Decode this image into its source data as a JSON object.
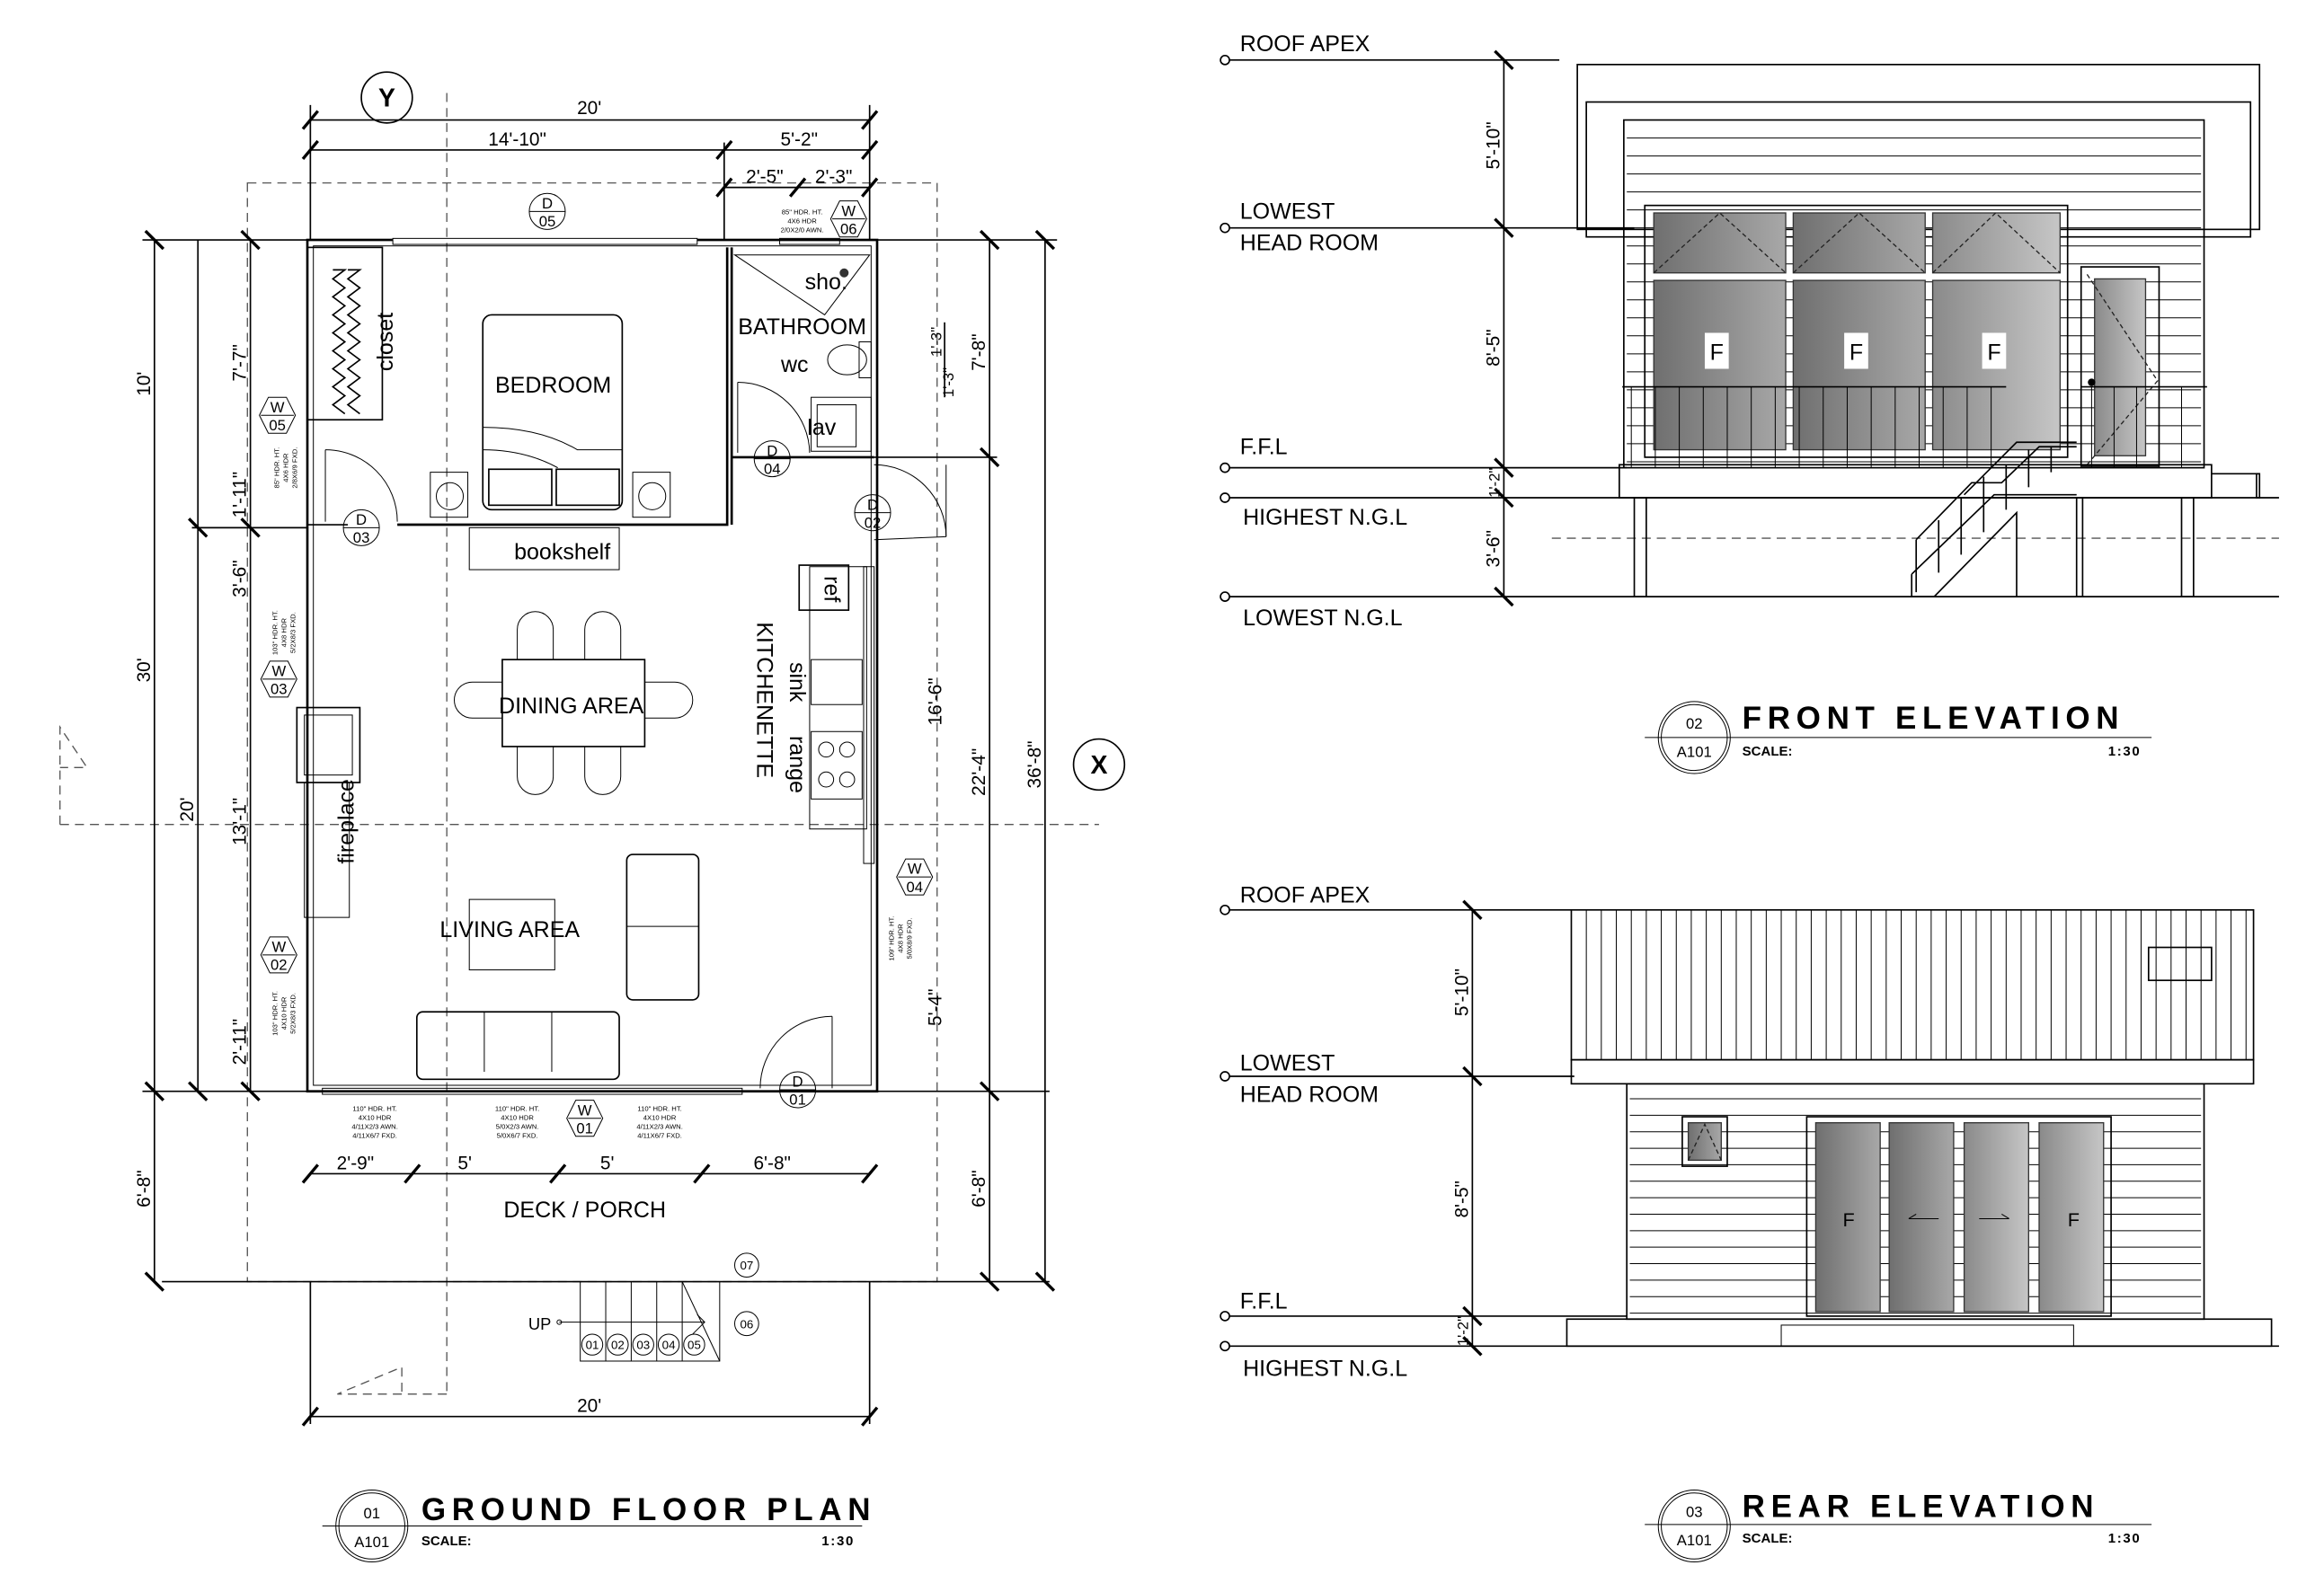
{
  "ground_floor_plan": {
    "title": "GROUND FLOOR PLAN",
    "tag_number": "01",
    "sheet": "A101",
    "scale_label": "SCALE:",
    "scale_value": "1:30",
    "grid_markers": [
      "Y",
      "X"
    ],
    "rooms": {
      "bedroom": "BEDROOM",
      "closet": "closet",
      "bathroom": "BATHROOM",
      "shower": "sho.",
      "wc": "wc",
      "lav": "lav",
      "bookshelf": "bookshelf",
      "ref": "ref",
      "kitchenette": "KITCHENETTE",
      "sink": "sink",
      "range": "range",
      "dining": "DINING AREA",
      "fireplace": "fireplace",
      "living": "LIVING AREA",
      "deck": "DECK / PORCH",
      "up": "UP"
    },
    "dims_top": [
      "20'",
      "14'-10\"",
      "5'-2\"",
      "2'-5\"",
      "2'-3\""
    ],
    "dims_deck": [
      "2'-9\"",
      "5'",
      "5'",
      "6'-8\""
    ],
    "dim_bottom": "20'",
    "dims_left": [
      "10'",
      "30'",
      "20'",
      "7'-7\"",
      "1'-11\"",
      "3'-6\"",
      "13'-1\"",
      "2'-11\"",
      "6'-8\""
    ],
    "dims_right": [
      "1'-3\"",
      "1'-3\"",
      "7'-8\"",
      "16'-6\"",
      "5'-4\"",
      "22'-4\"",
      "36'-8\"",
      "6'-8\""
    ],
    "doors": [
      {
        "type": "D",
        "num": "05"
      },
      {
        "type": "D",
        "num": "03"
      },
      {
        "type": "D",
        "num": "04"
      },
      {
        "type": "D",
        "num": "02"
      },
      {
        "type": "D",
        "num": "01"
      }
    ],
    "windows": [
      {
        "type": "W",
        "num": "06",
        "note": [
          "85\" HDR. HT.",
          "4X6 HDR",
          "2/0X2/0 AWN."
        ]
      },
      {
        "type": "W",
        "num": "05",
        "note": [
          "85\" HDR. HT.",
          "4X6 HDR",
          "2/8X6/9 FXD."
        ]
      },
      {
        "type": "W",
        "num": "03",
        "note": [
          "103\" HDR. HT.",
          "4X8 HDR",
          "5/2X8/3 FXD."
        ]
      },
      {
        "type": "W",
        "num": "02",
        "note": [
          "103\" HDR. HT.",
          "4X10 HDR",
          "5/2X8/3 FXD."
        ]
      },
      {
        "type": "W",
        "num": "04",
        "note": [
          "109\" HDR. HT.",
          "4X8 HDR",
          "5/0X8/9 FXD."
        ]
      },
      {
        "type": "W",
        "num": "01",
        "notes": [
          [
            "110\" HDR. HT.",
            "4X10 HDR",
            "4/11X2/3 AWN.",
            "4/11X6/7 FXD."
          ],
          [
            "110\" HDR. HT.",
            "4X10 HDR",
            "5/0X2/3 AWN.",
            "5/0X6/7 FXD."
          ],
          [
            "110\" HDR. HT.",
            "4X10 HDR",
            "4/11X2/3 AWN.",
            "4/11X6/7 FXD."
          ]
        ]
      }
    ],
    "stair_steps": [
      "01",
      "02",
      "03",
      "04",
      "05",
      "06",
      "07"
    ]
  },
  "front_elevation": {
    "title": "FRONT ELEVATION",
    "tag_number": "02",
    "sheet": "A101",
    "scale_label": "SCALE:",
    "scale_value": "1:30",
    "levels": [
      "ROOF APEX",
      "LOWEST",
      "HEAD ROOM",
      "F.F.L",
      "HIGHEST N.G.L",
      "LOWEST N.G.L"
    ],
    "dims": [
      "5'-10\"",
      "8'-5\"",
      "1'-2\"",
      "3'-6\""
    ],
    "window_labels": [
      "F",
      "F",
      "F"
    ]
  },
  "rear_elevation": {
    "title": "REAR ELEVATION",
    "tag_number": "03",
    "sheet": "A101",
    "scale_label": "SCALE:",
    "scale_value": "1:30",
    "levels": [
      "ROOF APEX",
      "LOWEST",
      "HEAD ROOM",
      "F.F.L",
      "HIGHEST N.G.L"
    ],
    "dims": [
      "5'-10\"",
      "8'-5\"",
      "1'-2\""
    ],
    "door_labels": [
      "F",
      "F"
    ]
  },
  "colors": {
    "line": "#000000",
    "glass_dark": "#777777",
    "glass_light": "#c8c8c8",
    "background": "#ffffff"
  }
}
